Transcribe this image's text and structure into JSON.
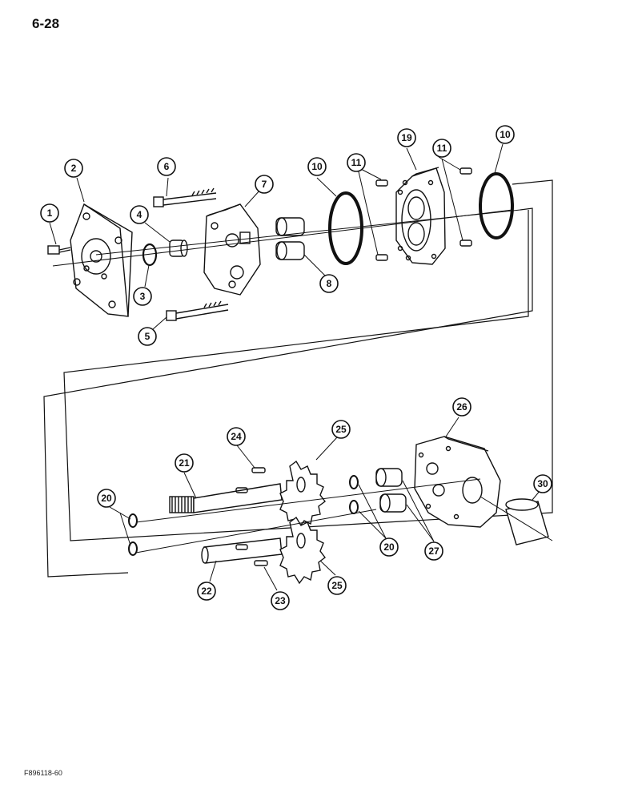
{
  "page": {
    "number": "6-28",
    "figure_code": "F896118-60"
  },
  "callouts": [
    "1",
    "2",
    "3",
    "4",
    "5",
    "6",
    "7",
    "8",
    "10",
    "10",
    "11",
    "11",
    "19",
    "20",
    "20",
    "21",
    "22",
    "23",
    "24",
    "25",
    "25",
    "26",
    "27",
    "30"
  ],
  "parts": [
    "bolt",
    "mounting-flange",
    "o-ring",
    "bushing",
    "bolt",
    "bolt",
    "end-cover",
    "bearings",
    "seal-ring",
    "dowel-pins",
    "gear-housing",
    "washers",
    "drive-shaft",
    "idler-shaft",
    "key",
    "key",
    "gear",
    "gear",
    "pump-body",
    "bearings",
    "sleeve"
  ]
}
